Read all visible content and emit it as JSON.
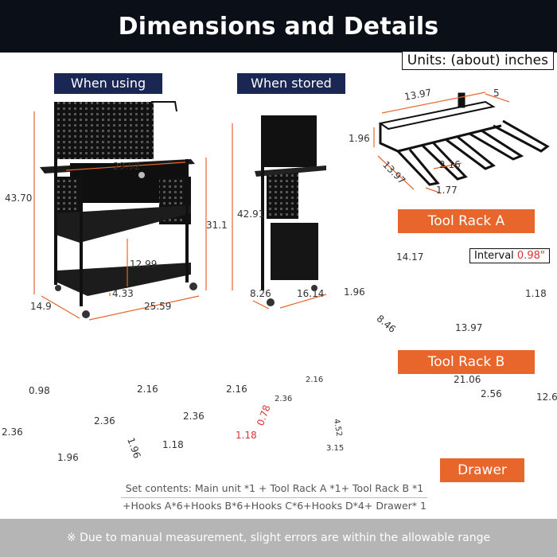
{
  "title": "Dimensions and Details",
  "units": "Units: (about) inches",
  "labels": {
    "when_using": "When using",
    "when_stored": "When stored",
    "tool_rack_a": "Tool Rack A",
    "tool_rack_b": "Tool Rack B",
    "drawer": "Drawer"
  },
  "interval": {
    "prefix": "Interval ",
    "value": "0.98\""
  },
  "dimensions": {
    "using_height": "43.70",
    "using_width": "29.92",
    "using_upper": "31.1",
    "using_shelf": "12.99",
    "using_depth": "14.9",
    "using_inner": "4.33",
    "using_length": "25.59",
    "stored_height": "42.91",
    "stored_depth": "8.26",
    "stored_width": "16.14",
    "rack_a_len": "13.97",
    "rack_a_5": "5",
    "rack_a_h": "1.96",
    "rack_a_depth": "13.97",
    "rack_a_216": "2.16",
    "rack_a_177": "1.77",
    "rack_b_top": "14.17",
    "rack_b_h": "1.96",
    "rack_b_right": "1.18",
    "rack_b_side": "8.46",
    "rack_b_bottom": "13.97",
    "hook_a_top": "0.98",
    "hook_a_h": "2.36",
    "hook_a_len": "1.96",
    "hook_b_top": "2.16",
    "hook_b_h": "2.36",
    "hook_b_196": "1.96",
    "hook_b_118": "1.18",
    "hook_c_top": "2.16",
    "hook_c_h": "2.36",
    "hook_c_078": "0.78",
    "hook_c_118": "1.18",
    "hook_d_top": "2.16",
    "hook_d_h": "2.36",
    "hook_d_452": "4.52",
    "hook_d_315": "3.15",
    "drawer_w": "21.06",
    "drawer_d": "12.6",
    "drawer_h": "2.56"
  },
  "contents": {
    "line1": "Set contents: Main unit *1 + Tool Rack A *1+ Tool Rack B *1",
    "line2": "+Hooks A*6+Hooks B*6+Hooks C*6+Hooks D*4+ Drawer* 1"
  },
  "footer": "※ Due to manual measurement, slight errors are within the allowable range"
}
